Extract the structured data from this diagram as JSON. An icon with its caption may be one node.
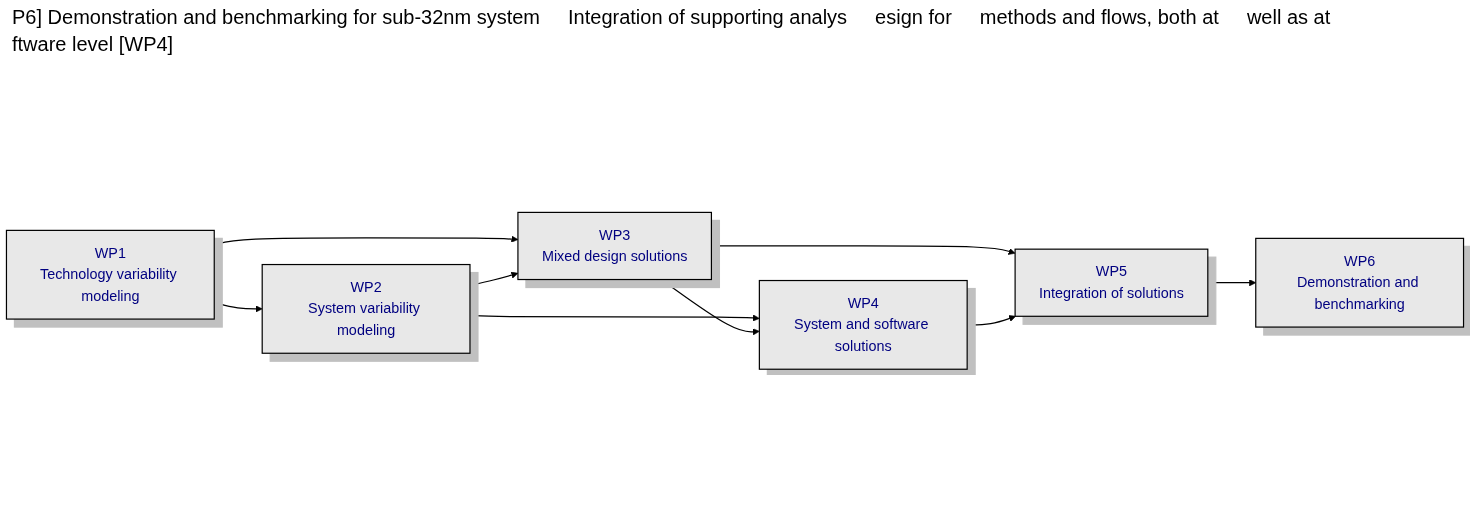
{
  "diagram": {
    "nodes": [
      {
        "text": [
          "WP1",
          "Technology variability modeling"
        ]
      },
      {
        "text": [
          "WP2",
          "System variability modeling"
        ]
      },
      {
        "text": [
          "WP3",
          "Mixed design solutions"
        ]
      },
      {
        "text": [
          "WP4",
          "System and software solutions"
        ]
      },
      {
        "text": [
          "WP5",
          "Integration of solutions"
        ]
      },
      {
        "text": [
          "WP6",
          "Demonstration and benchmarking"
        ]
      }
    ],
    "edges": [
      {
        "from": 0,
        "to": 2,
        "arrow": "to"
      },
      {
        "from": 0,
        "to": 1,
        "arrow": "to"
      },
      {
        "from": 1,
        "to": 2,
        "arrow": "to"
      },
      {
        "from": 1,
        "to": 3,
        "arrow": "to"
      },
      {
        "from": 2,
        "to": 3,
        "arrow": "both"
      },
      {
        "from": 2,
        "to": 4,
        "arrow": "to"
      },
      {
        "from": 3,
        "to": 4,
        "arrow": "to"
      },
      {
        "from": 4,
        "to": 5,
        "arrow": "to"
      }
    ],
    "labels": [
      "P6] Demonstration and benchmarking for sub-32nm system",
      "Integration of supporting analys",
      "esign for",
      "methods and flows, both at",
      "well as at",
      "ftware level [WP4]"
    ]
  }
}
